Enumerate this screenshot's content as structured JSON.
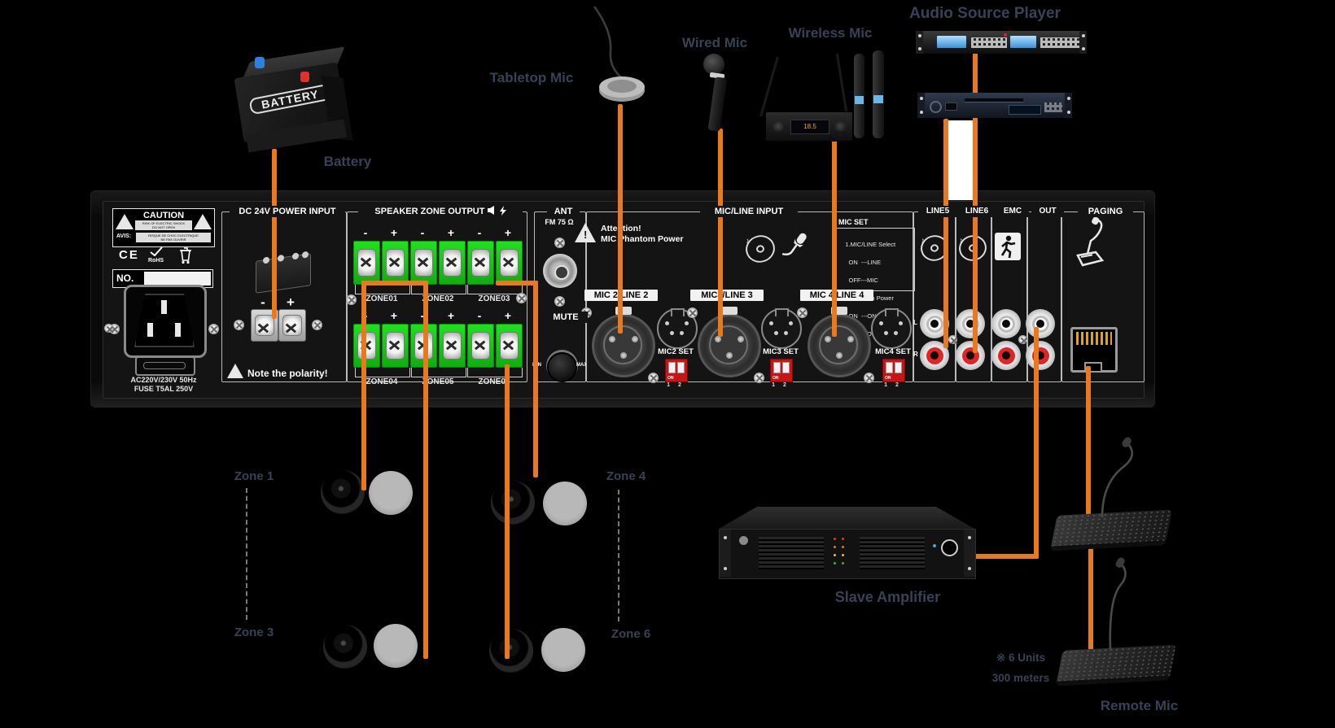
{
  "captions": {
    "audio_source_player": "Audio Source Player",
    "wireless_mic": "Wireless Mic",
    "wired_mic": "Wired Mic",
    "tabletop_mic": "Tabletop Mic",
    "battery": "Battery",
    "battery_device": "BATTERY",
    "slave_amplifier": "Slave Amplifier",
    "remote_mic": "Remote Mic",
    "units_note_line1": "※ 6 Units",
    "units_note_line2": "300 meters"
  },
  "zones": {
    "z1": "Zone 1",
    "z3": "Zone 3",
    "z4": "Zone 4",
    "z6": "Zone 6"
  },
  "panel": {
    "caution": {
      "title": "CAUTION",
      "line1": "RISK OF ELECTRIC SHOCK",
      "line2": "DO NOT OPEN",
      "avis": "AVIS:",
      "avis1": "RISQUE DE CHOC ELECTRIQUE",
      "avis2": "NE PAS OUVRIR",
      "ce": "CE",
      "rohs": "RoHS",
      "no": "NO."
    },
    "power_socket": {
      "line1": "AC220V/230V 50Hz",
      "line2": "FUSE  T5AL 250V"
    },
    "dc": {
      "header": "DC 24V POWER INPUT",
      "minus": "-",
      "plus": "+",
      "note": "Note the polarity!"
    },
    "speaker": {
      "header": "SPEAKER ZONE OUTPUT",
      "polarity": [
        "-",
        "+",
        "-",
        "+",
        "-",
        "+"
      ],
      "zones_top": [
        "ZONE01",
        "ZONE02",
        "ZONE03"
      ],
      "zones_bottom": [
        "ZONE04",
        "ZONE05",
        "ZONE06"
      ]
    },
    "ant": {
      "header": "ANT",
      "fm": "FM 75 Ω",
      "mute": "MUTE",
      "min": "MIN",
      "max": "MAX"
    },
    "micline": {
      "header": "MIC/LINE INPUT",
      "attention1": "Attention!",
      "attention2": "MIC Phantom Power",
      "micset": {
        "title": "MIC SET",
        "l1": "1.MIC/LINE Select",
        "l2": "  ON  ---LINE",
        "l3": "  OFF---MIC",
        "l4": "2.Phantom Power",
        "l5": "  ON  ---ON",
        "l6": "  OFF---OFF"
      },
      "channels": [
        {
          "plate": "MIC 2/LINE 2",
          "set": "MIC2 SET",
          "on": "ON",
          "nums": "1 2"
        },
        {
          "plate": "MIC3/LINE 3",
          "set": "MIC3 SET",
          "on": "ON",
          "nums": "1 2"
        },
        {
          "plate": "MIC 4/LINE 4",
          "set": "MIC4 SET",
          "on": "ON",
          "nums": "1 2"
        }
      ]
    },
    "outputs": {
      "line5": "LINE5",
      "line6": "LINE6",
      "emc": "EMC",
      "out": "OUT",
      "paging": "PAGING",
      "l": "L",
      "r": "R"
    }
  },
  "colors": {
    "wire": "#E8791E",
    "terminal_green": "#1EE21E",
    "rca_red": "#E02525",
    "dip_red": "#C81414",
    "caption_text": "#3A4156",
    "panel_bg": "#141414"
  }
}
